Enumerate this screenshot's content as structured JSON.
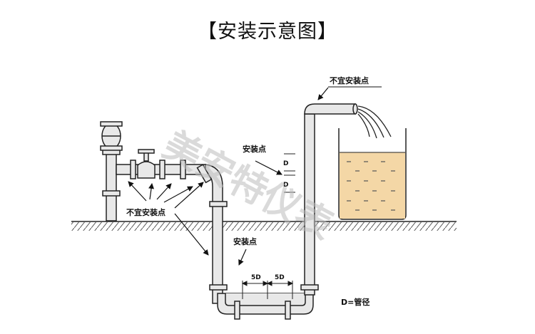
{
  "title": "【安装示意图】",
  "watermark": "美安特仪表",
  "labels": {
    "no_install_top": "不宜安装点",
    "install_upper": "安装点",
    "no_install_left": "不宜安装点",
    "install_lower": "安装点",
    "five_d_left": "5D",
    "five_d_right": "5D",
    "d_upper": "D",
    "d_lower": "D",
    "legend": "D=管径"
  },
  "colors": {
    "pipe_fill": "#e8e8e8",
    "stroke": "#222222",
    "liquid": "#f4d7a6",
    "watermark": "#bdbdbd"
  }
}
